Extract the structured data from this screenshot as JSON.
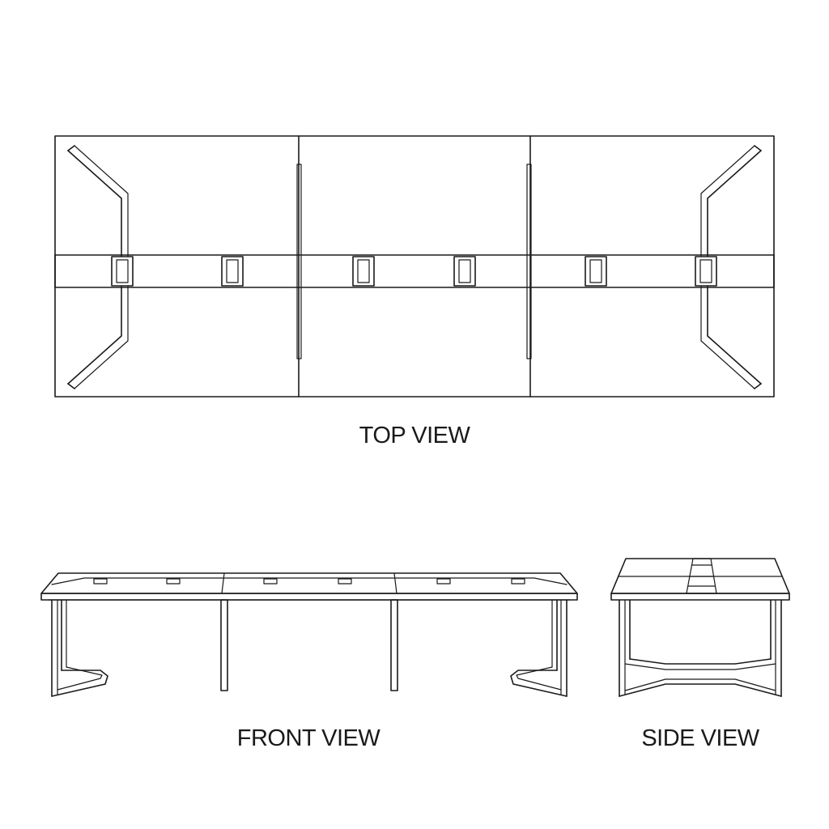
{
  "labels": {
    "top_view": "TOP VIEW",
    "front_view": "FRONT VIEW",
    "side_view": "SIDE VIEW"
  },
  "colors": {
    "line": "#1a1a1a",
    "background": "#ffffff"
  }
}
